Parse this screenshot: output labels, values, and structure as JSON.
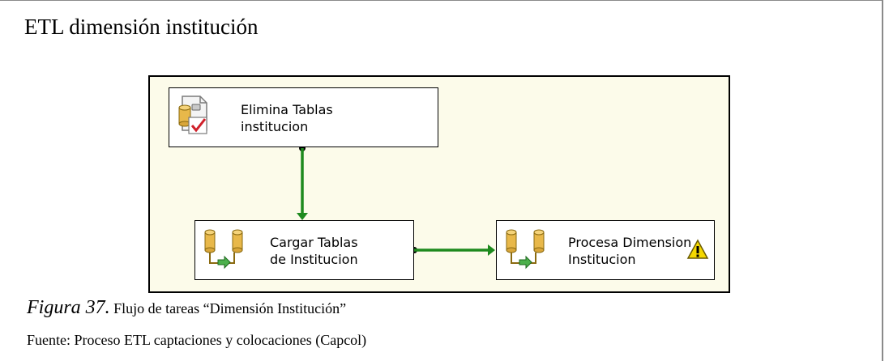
{
  "heading": "ETL dimensión institución",
  "tasks": {
    "elimina": {
      "line1": "Elimina Tablas",
      "line2": "institucion",
      "icon": "sql-task-icon"
    },
    "cargar": {
      "line1": "Cargar Tablas",
      "line2": "de Institucion",
      "icon": "data-flow-task-icon"
    },
    "procesa": {
      "line1": "Procesa Dimension",
      "line2": "Institucion",
      "icon": "data-flow-task-icon",
      "status_icon": "warning-icon"
    }
  },
  "connectors": [
    {
      "from": "Elimina Tablas institucion",
      "to": "Cargar Tablas de Institucion",
      "constraint": "success",
      "color": "#1e8a1e"
    },
    {
      "from": "Cargar Tablas de Institucion",
      "to": "Procesa Dimension Institucion",
      "constraint": "success",
      "color": "#1e8a1e"
    }
  ],
  "caption": {
    "label": "Figura 37.",
    "title": " Flujo de tareas “Dimensión Institución”"
  },
  "source": "Fuente: Proceso ETL captaciones y colocaciones (Capcol)",
  "colors": {
    "canvas": "#fcfbea",
    "success": "#1e8a1e",
    "warning": "#f5d800"
  }
}
